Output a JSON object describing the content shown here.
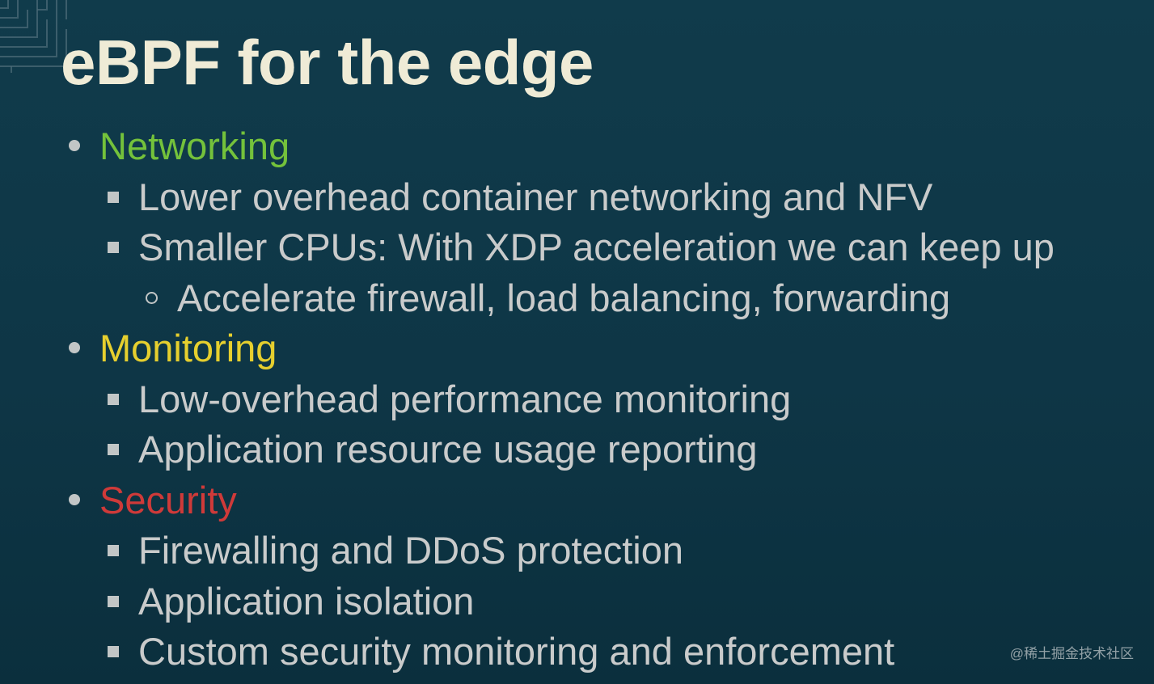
{
  "slide": {
    "title": "eBPF for the edge",
    "items": [
      {
        "level": 1,
        "text": "Networking",
        "color": "#74c23b"
      },
      {
        "level": 2,
        "text": "Lower overhead container networking and NFV"
      },
      {
        "level": 2,
        "text": "Smaller CPUs: With XDP acceleration we can keep up"
      },
      {
        "level": 3,
        "text": "Accelerate firewall, load balancing, forwarding"
      },
      {
        "level": 1,
        "text": "Monitoring",
        "color": "#e6cf2e"
      },
      {
        "level": 2,
        "text": "Low-overhead performance monitoring"
      },
      {
        "level": 2,
        "text": "Application resource usage reporting"
      },
      {
        "level": 1,
        "text": "Security",
        "color": "#cf3a39"
      },
      {
        "level": 2,
        "text": "Firewalling and DDoS protection"
      },
      {
        "level": 2,
        "text": "Application isolation"
      },
      {
        "level": 2,
        "text": "Custom security monitoring and enforcement"
      }
    ]
  },
  "watermark": "@稀土掘金技术社区",
  "colors": {
    "background": "#0e3646",
    "title": "#efebd6",
    "body_text": "#c9cbcb",
    "bullet": "#c2c6c6"
  },
  "icons": {
    "corner": "maze-pattern-icon",
    "level1_bullet": "bullet-dot-icon",
    "level2_bullet": "bullet-square-icon",
    "level3_bullet": "bullet-circle-icon"
  }
}
